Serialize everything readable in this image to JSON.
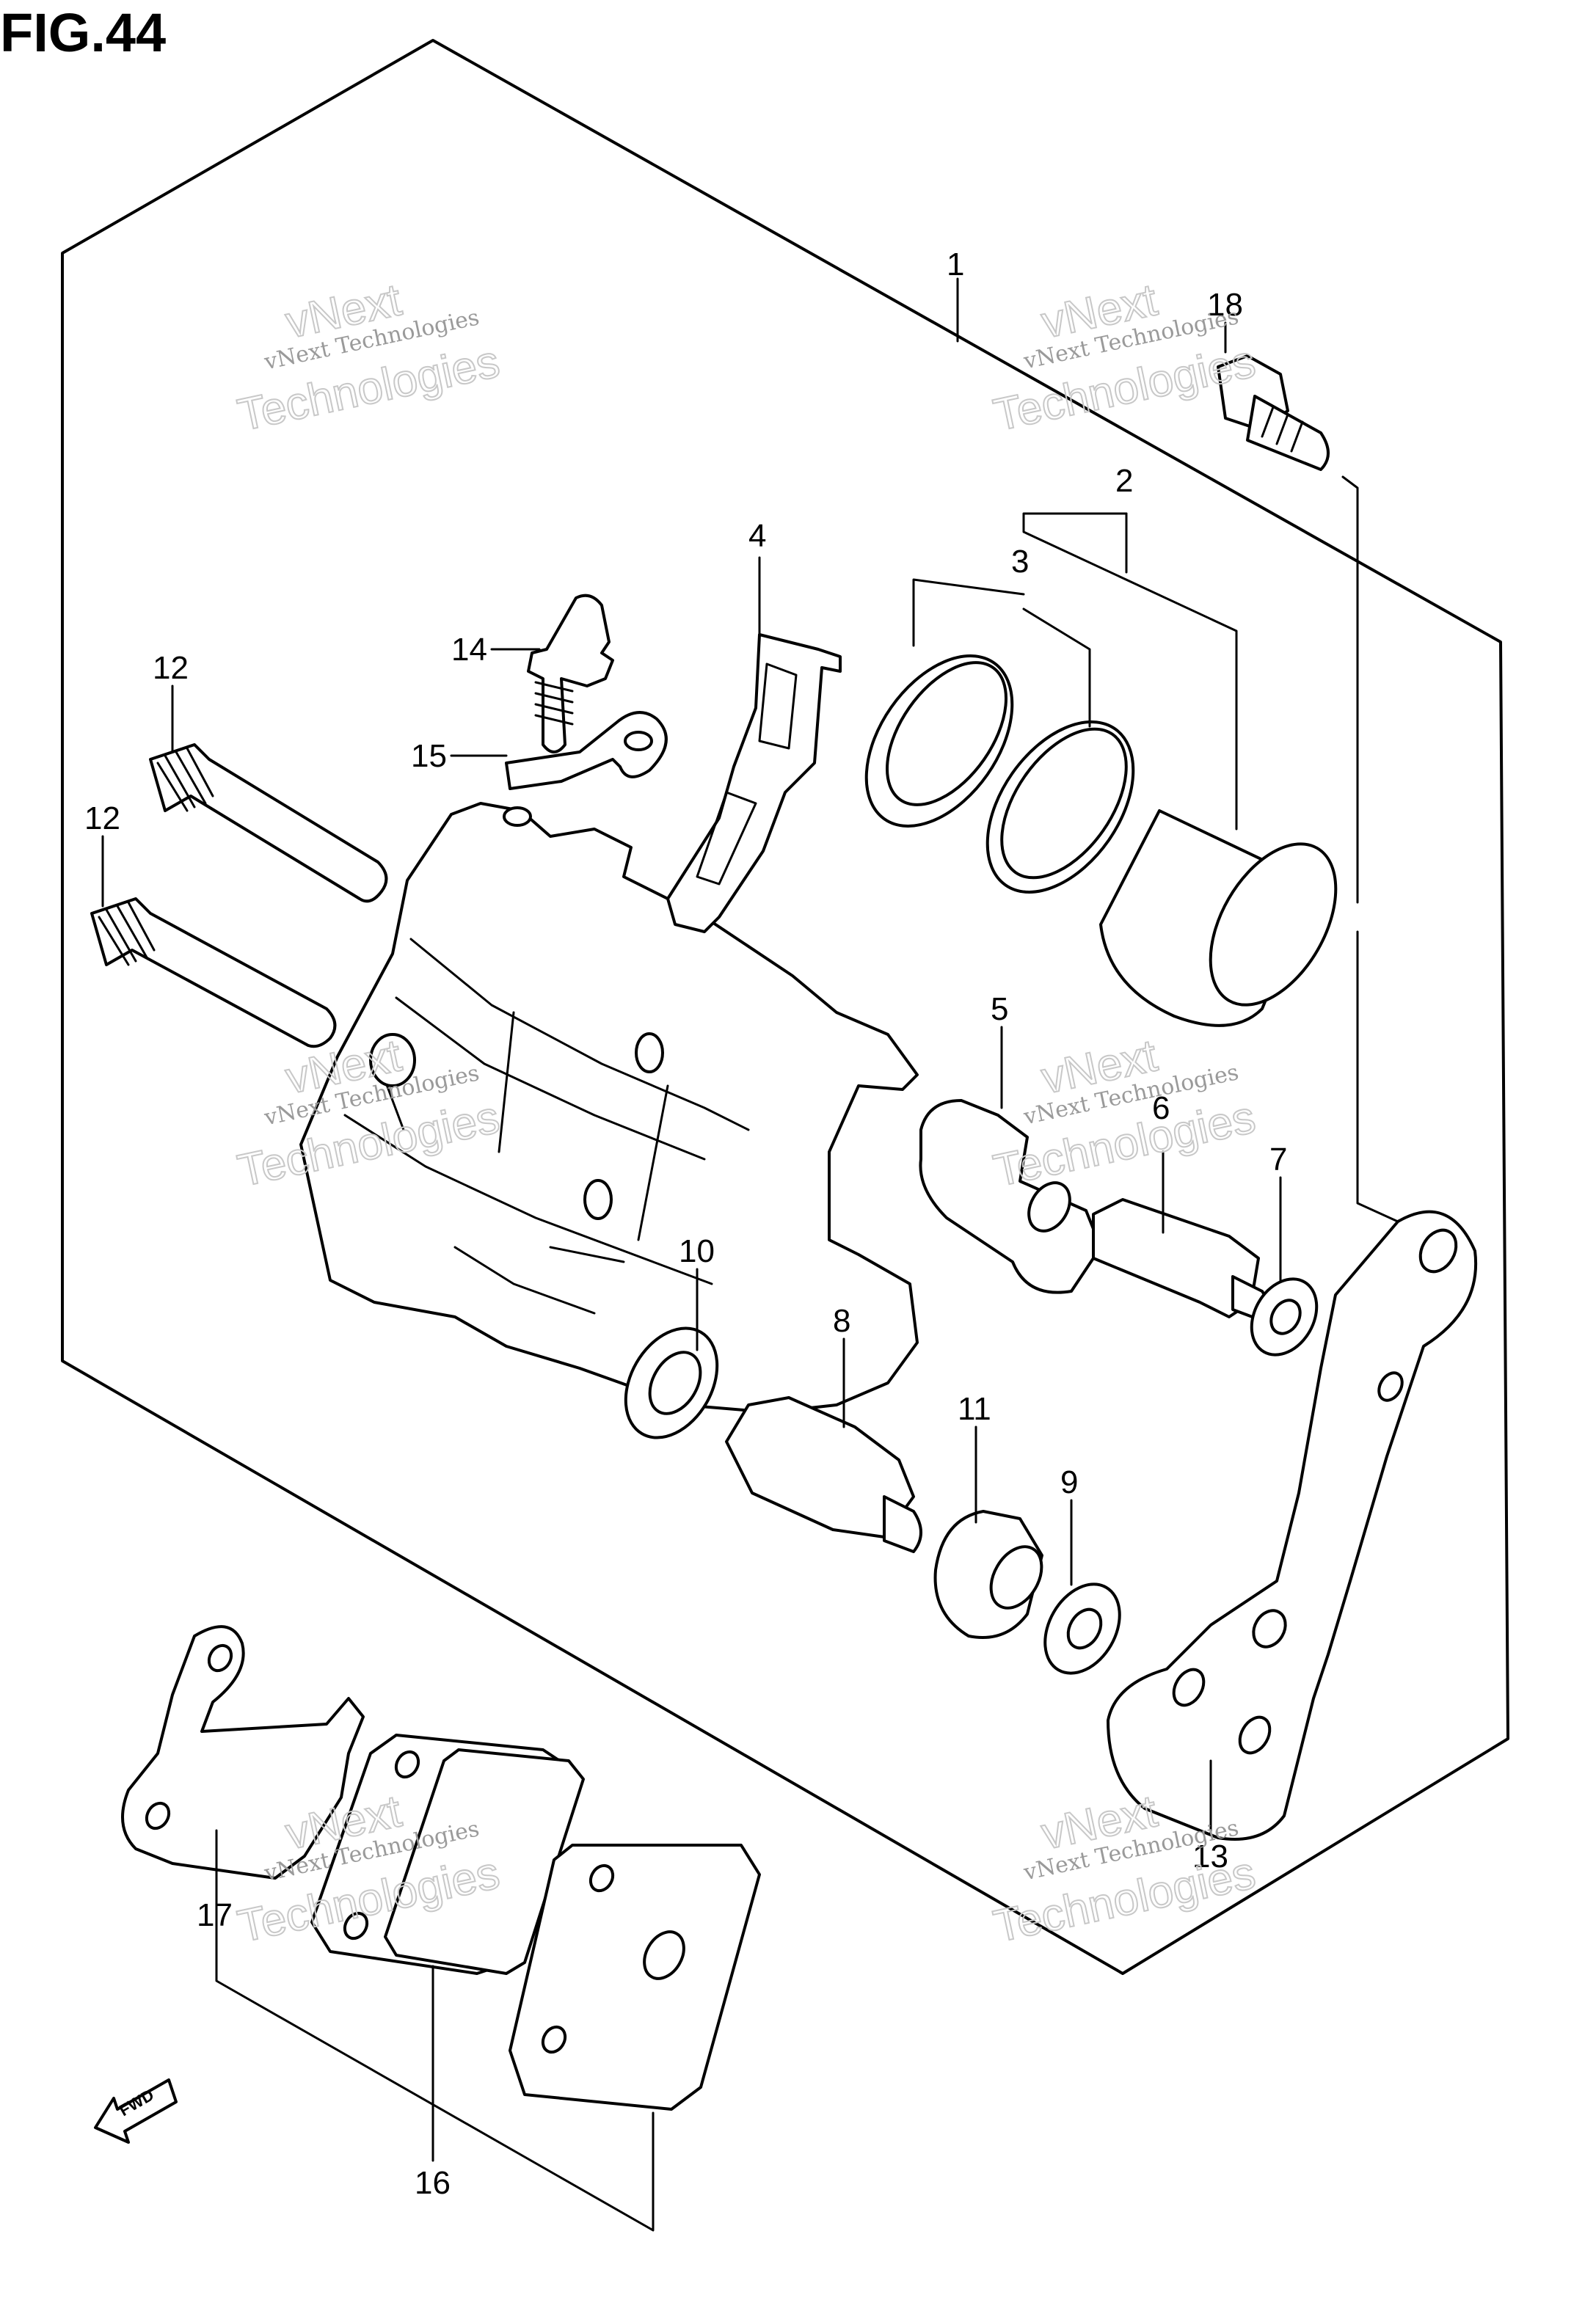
{
  "figure": {
    "title": "FIG.44"
  },
  "callouts": [
    "1",
    "2",
    "3",
    "4",
    "5",
    "6",
    "7",
    "8",
    "9",
    "10",
    "11",
    "12",
    "12",
    "13",
    "14",
    "15",
    "16",
    "17",
    "18"
  ],
  "watermark": {
    "line1": "vNext Technologies",
    "line2": "vNext",
    "line3": "Technologies"
  },
  "fwd_label": "FWD"
}
